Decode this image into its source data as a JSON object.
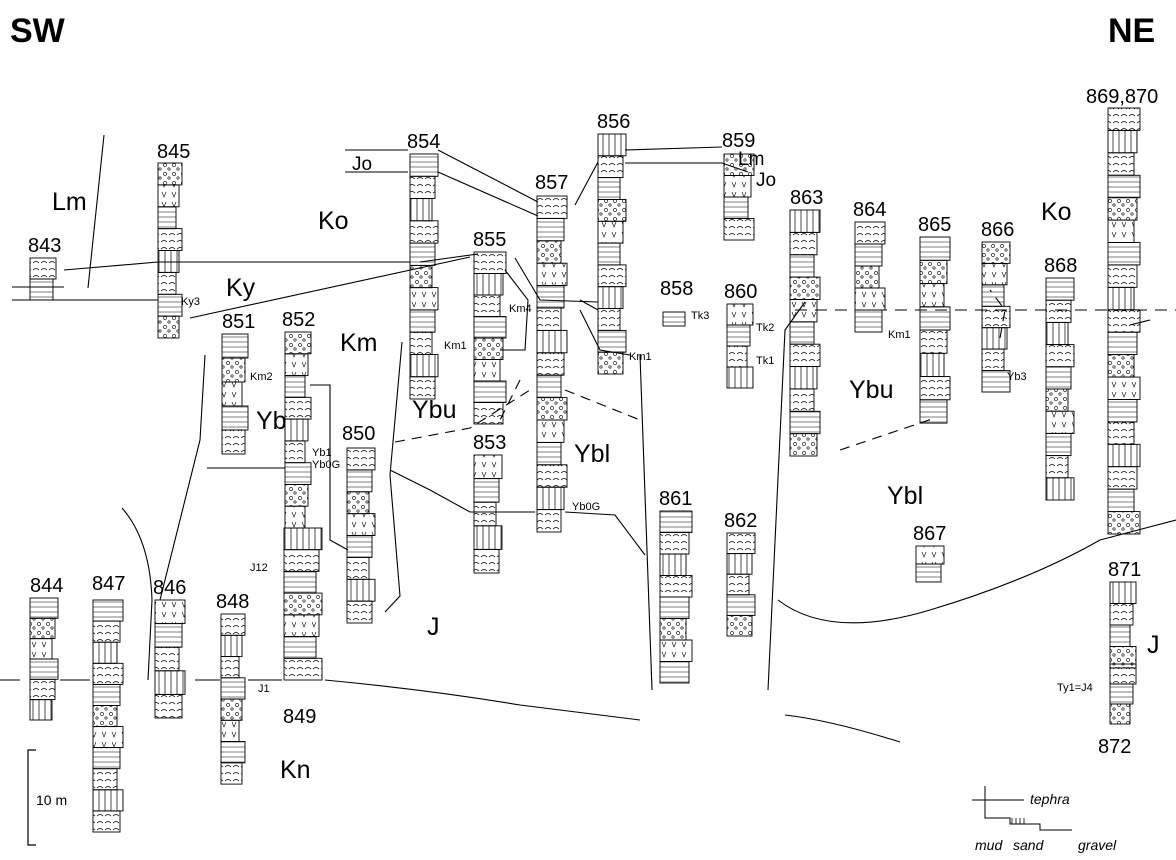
{
  "directions": {
    "left": "SW",
    "right": "NE"
  },
  "sections": [
    "843",
    "844",
    "845",
    "846",
    "847",
    "848",
    "849",
    "850",
    "851",
    "852",
    "853",
    "854",
    "855",
    "856",
    "857",
    "858",
    "859",
    "860",
    "861",
    "862",
    "863",
    "864",
    "865",
    "866",
    "867",
    "868",
    "869,870",
    "871",
    "872"
  ],
  "units": [
    "Lm",
    "Ky",
    "Ko",
    "Km",
    "Yb",
    "Ybu",
    "Ybl",
    "J",
    "Kn",
    "Jo",
    "Lm",
    "Jo",
    "Ko",
    "Ybu",
    "Ybl",
    "J"
  ],
  "horizons": [
    "Ky3",
    "Km2",
    "Yb1",
    "Yb0G",
    "J12",
    "J1",
    "Km1",
    "Km4",
    "Km1",
    "Yb0G",
    "Tk3",
    "Tk2",
    "Tk1",
    "Km1",
    "Yb3",
    "Ty1=J4"
  ],
  "scale_bar": {
    "label": "10 m"
  },
  "legend": {
    "tephra": "tephra",
    "mud": "mud",
    "sand": "sand",
    "gravel": "gravel"
  }
}
